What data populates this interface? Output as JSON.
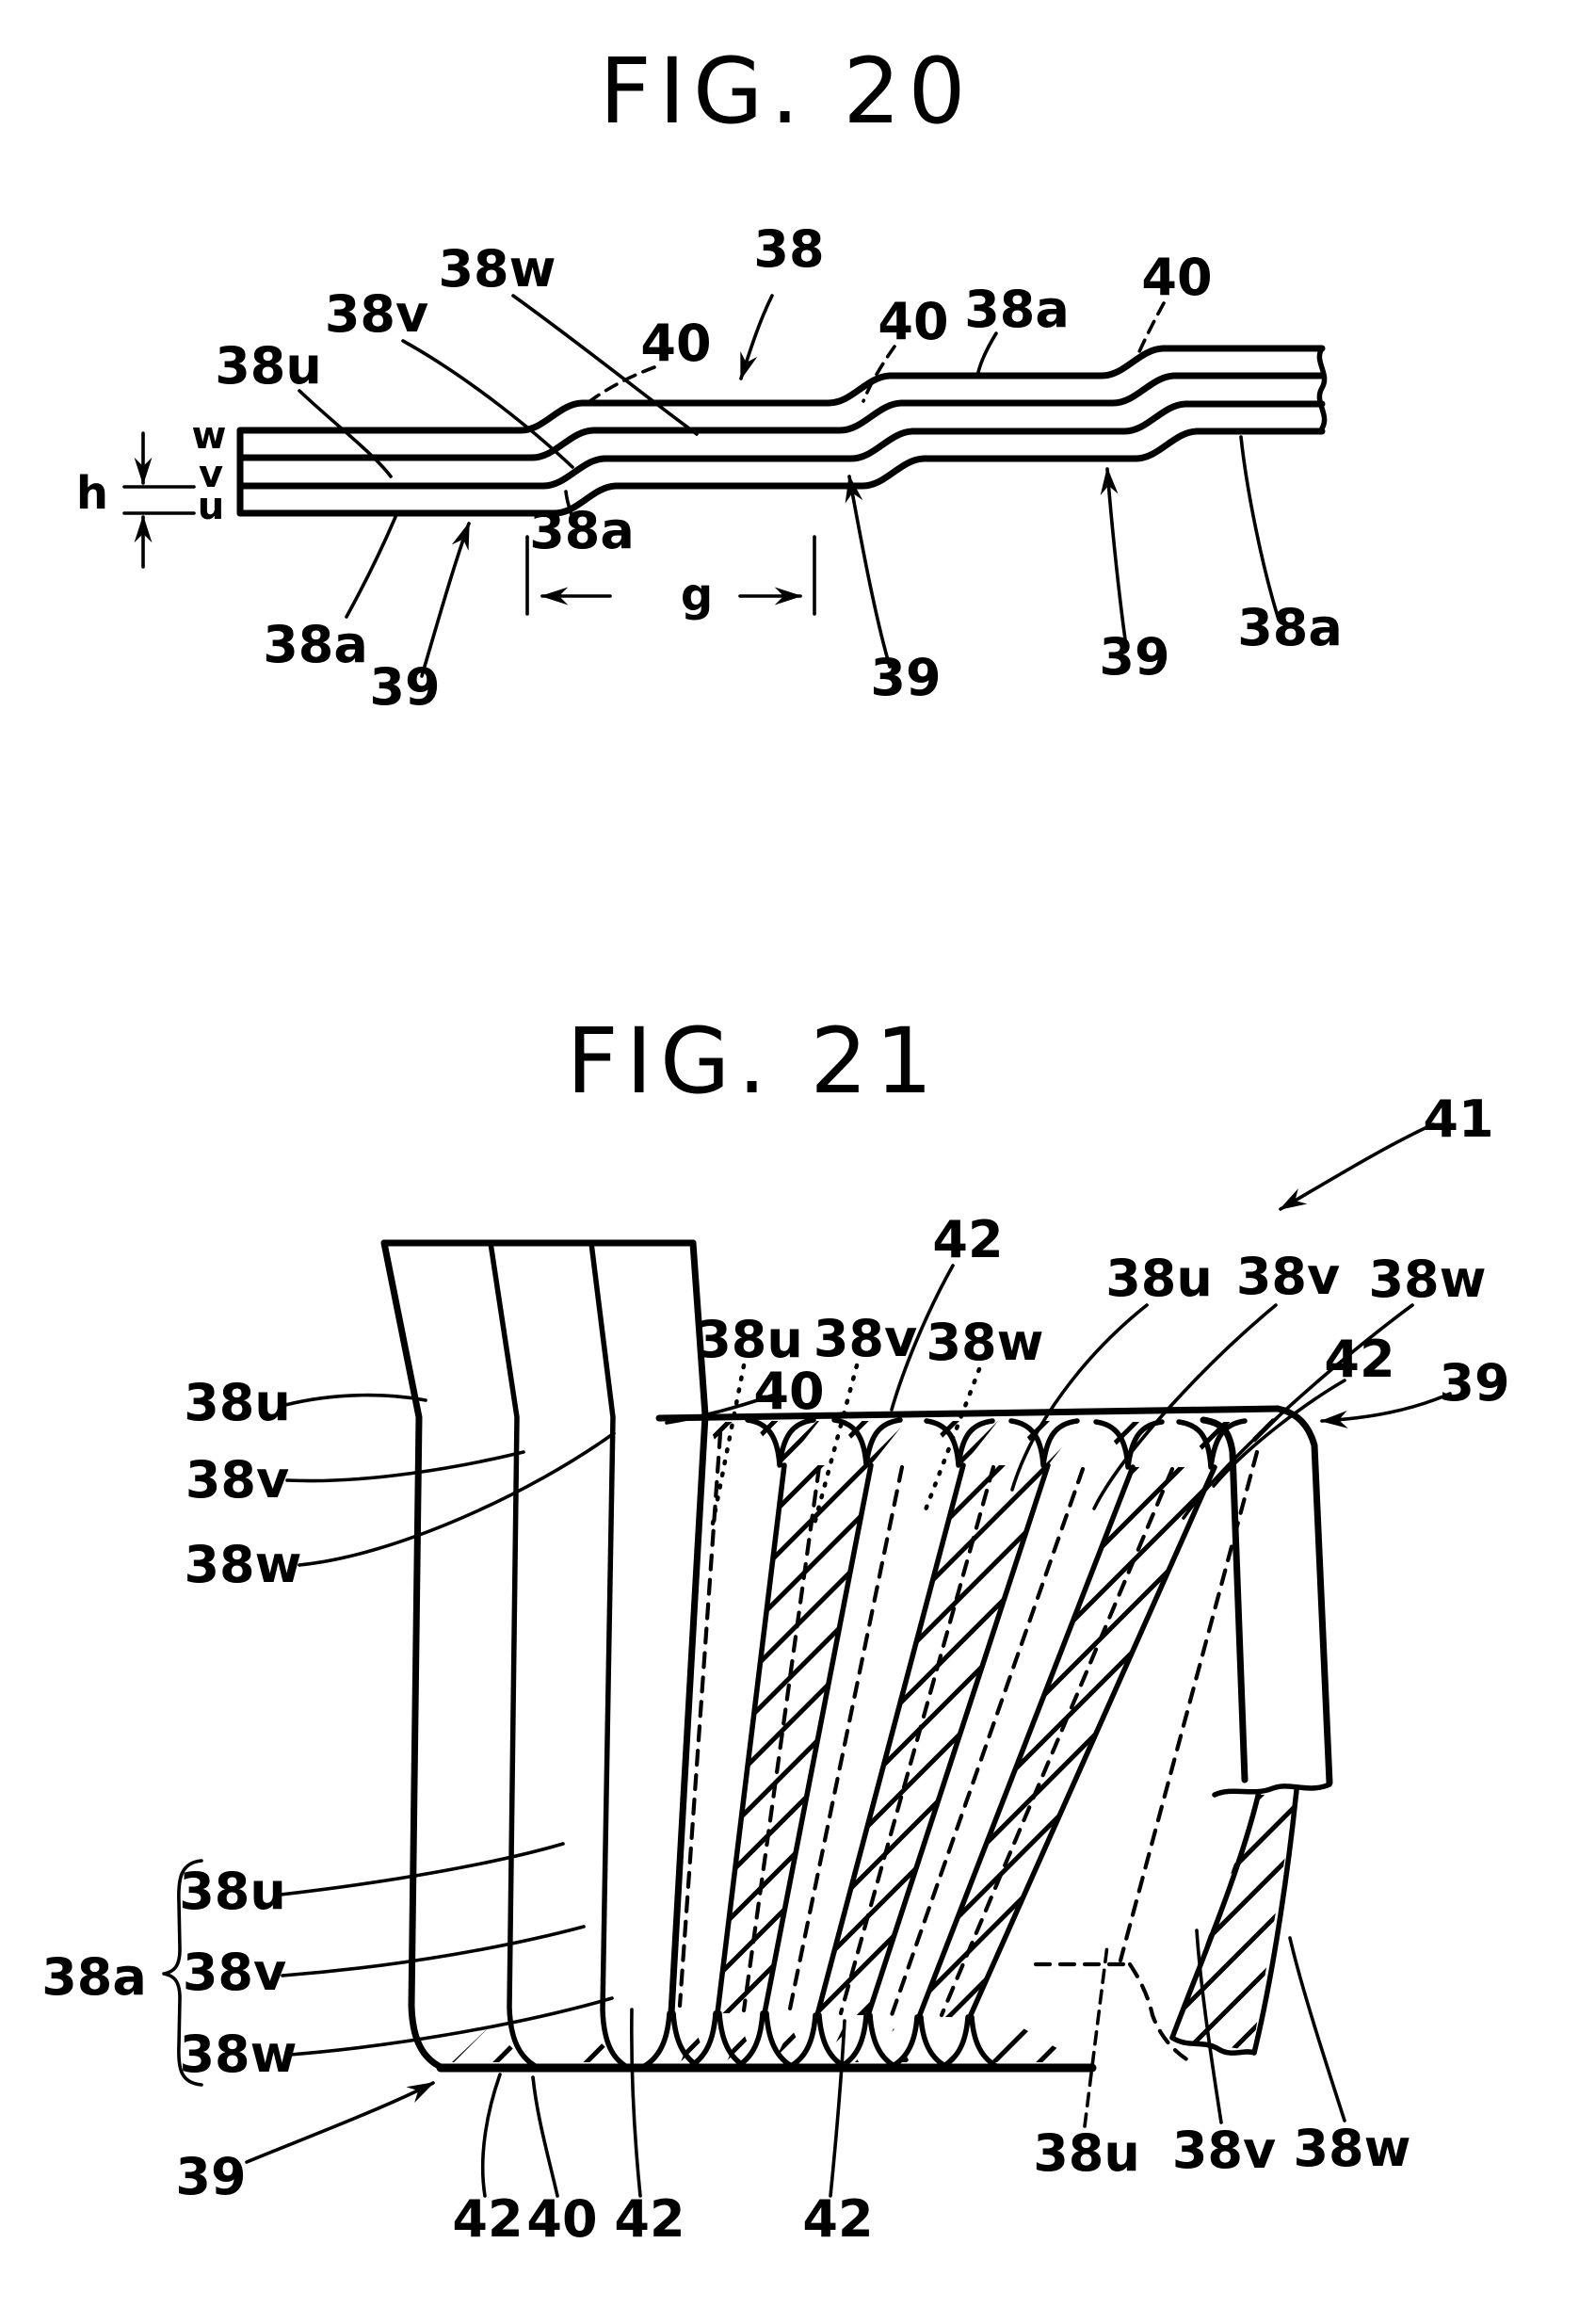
{
  "document": {
    "kind": "patent-figure-sheet",
    "background_color": "#ffffff",
    "ink_color": "#000000",
    "figure_count": 2
  },
  "fig20": {
    "title": "FIG. 20",
    "visible_references": [
      "38u",
      "38v",
      "38w",
      "38",
      "40",
      "38a",
      "39",
      "g",
      "h",
      "w",
      "v",
      "u"
    ],
    "description_of_pixels": "three-layer strip with three step cranks, dimension h at left, pitch dimension g at center"
  },
  "fig21": {
    "title": "FIG. 21",
    "visible_references": [
      "41",
      "42",
      "38u",
      "38v",
      "38w",
      "40",
      "39",
      "38a"
    ],
    "description_of_pixels": "perspective view of transposed strip bundle with hatched faces, raised tab at left, exiting strip at right"
  },
  "labels": {
    "r38": "38",
    "r38a": "38a",
    "r38u": "38u",
    "r38v": "38v",
    "r38w": "38w",
    "r39": "39",
    "r40": "40",
    "r41": "41",
    "r42": "42"
  },
  "dims": {
    "g": "g",
    "h": "h"
  },
  "layers": {
    "u": "u",
    "v": "v",
    "w": "w"
  }
}
